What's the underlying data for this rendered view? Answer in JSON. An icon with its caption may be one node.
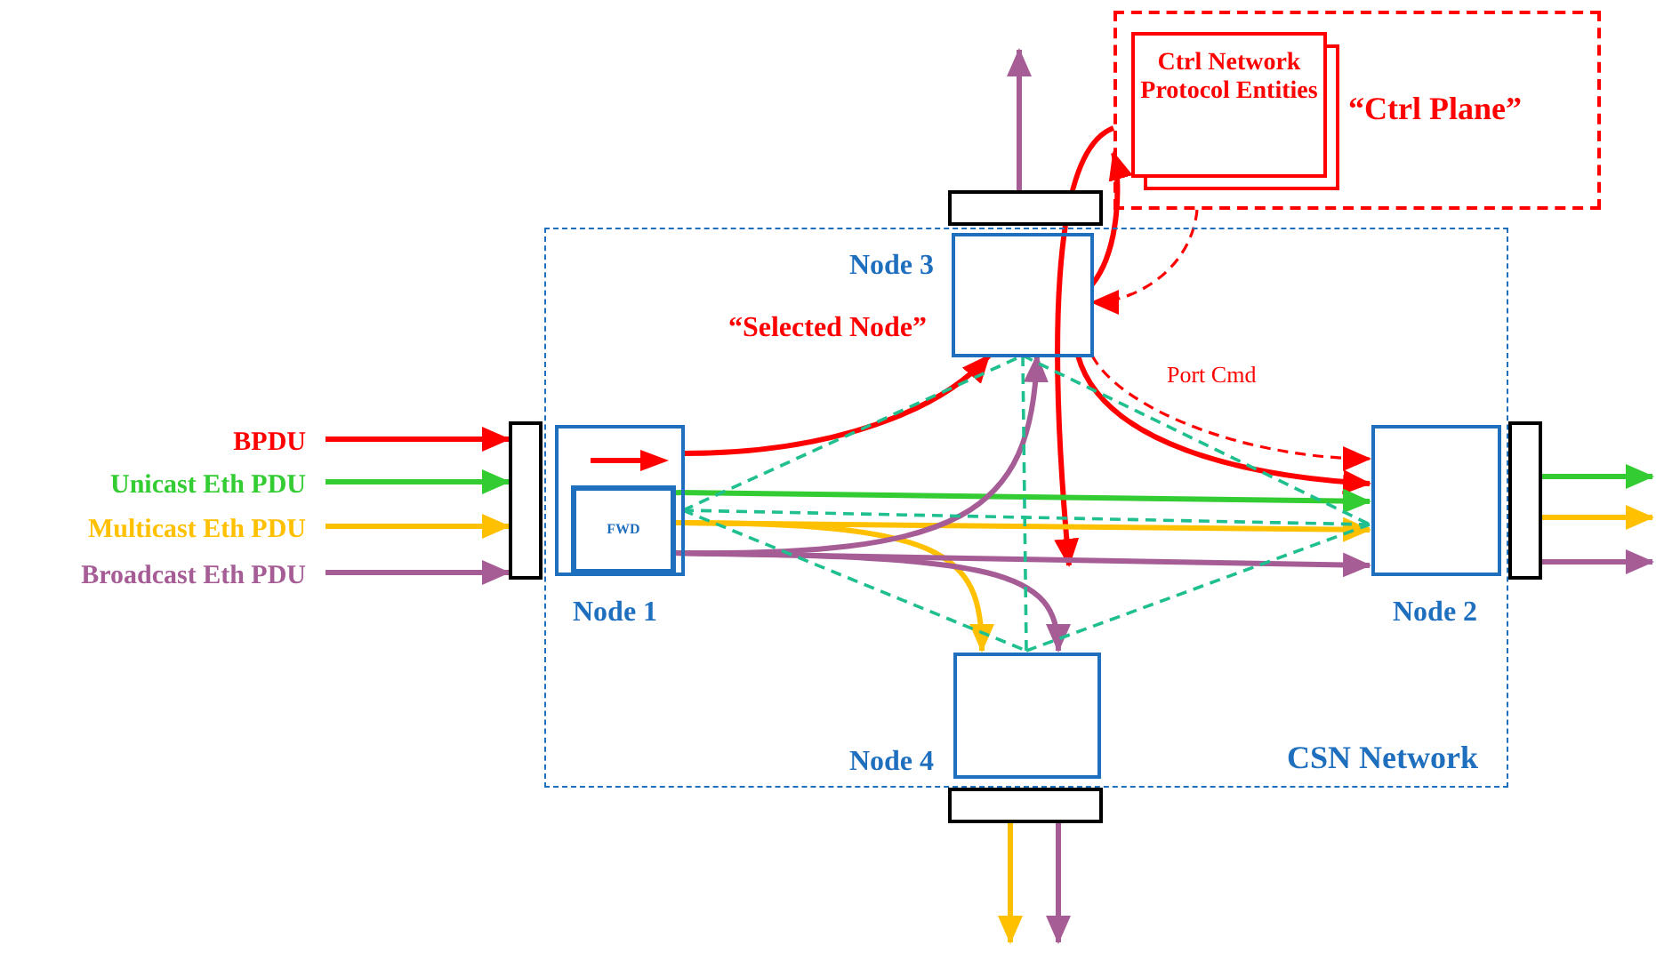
{
  "diagram": {
    "nodes": [
      {
        "text": [
          "CSN Network"
        ]
      },
      {
        "text": [
          "Node 1"
        ],
        "in": 0
      },
      {
        "text": [
          "FWD"
        ],
        "in": 1
      },
      {
        "text": [
          "Node 2"
        ],
        "in": 0
      },
      {
        "text": [
          "Node 3"
        ],
        "in": 0,
        "beside": [
          "“Selected Node”"
        ]
      },
      {
        "text": [
          "Node 4"
        ],
        "in": 0
      },
      {
        "text": [
          "“Ctrl Plane”"
        ]
      },
      {
        "text": [
          "Ctrl Network Protocol Entities"
        ],
        "in": 6
      },
      {
        "text": [],
        "shape": "bar"
      },
      {
        "text": [],
        "shape": "bar"
      },
      {
        "text": [],
        "shape": "bar"
      },
      {
        "text": [],
        "shape": "bar"
      },
      {
        "text": [
          "BPDU"
        ]
      },
      {
        "text": [
          "Unicast Eth PDU"
        ]
      },
      {
        "text": [
          "Multicast Eth PDU"
        ]
      },
      {
        "text": [
          "Broadcast Eth PDU"
        ]
      }
    ],
    "edges": [
      {
        "from": 12,
        "to": 8,
        "arrow": "to",
        "color": "#ff0000"
      },
      {
        "from": 13,
        "to": 8,
        "arrow": "to",
        "color": "#33cc33"
      },
      {
        "from": 14,
        "to": 8,
        "arrow": "to",
        "color": "#ffc000"
      },
      {
        "from": 15,
        "to": 8,
        "arrow": "to",
        "color": "#a65d96"
      },
      {
        "from": 1,
        "to": 4,
        "arrow": "to",
        "color": "#ff0000"
      },
      {
        "from": 4,
        "to": 6,
        "arrow": "to",
        "color": "#ff0000"
      },
      {
        "from": 6,
        "to": null,
        "arrow": "to",
        "color": "#ff0000"
      },
      {
        "from": 4,
        "to": 3,
        "arrow": "to",
        "color": "#ff0000"
      },
      {
        "from": 4,
        "to": 3,
        "arrow": "to",
        "label": "Port Cmd",
        "style": "dashed",
        "color": "#ff0000"
      },
      {
        "from": 6,
        "to": 4,
        "arrow": "to",
        "style": "dashed",
        "color": "#ff0000"
      },
      {
        "from": 2,
        "to": 3,
        "arrow": "to",
        "color": "#33cc33"
      },
      {
        "from": 2,
        "to": 3,
        "arrow": "to",
        "color": "#ffc000"
      },
      {
        "from": 2,
        "to": 5,
        "arrow": "to",
        "color": "#ffc000"
      },
      {
        "from": 2,
        "to": 3,
        "arrow": "to",
        "color": "#a65d96"
      },
      {
        "from": 2,
        "to": 4,
        "arrow": "to",
        "color": "#a65d96"
      },
      {
        "from": 2,
        "to": 5,
        "arrow": "to",
        "color": "#a65d96"
      },
      {
        "from": 1,
        "to": 4,
        "arrow": "none",
        "style": "dashed",
        "color": "#1fbf8f"
      },
      {
        "from": 1,
        "to": 3,
        "arrow": "none",
        "style": "dashed",
        "color": "#1fbf8f"
      },
      {
        "from": 1,
        "to": 5,
        "arrow": "none",
        "style": "dashed",
        "color": "#1fbf8f"
      },
      {
        "from": 4,
        "to": 3,
        "arrow": "none",
        "style": "dashed",
        "color": "#1fbf8f"
      },
      {
        "from": 4,
        "to": 5,
        "arrow": "none",
        "style": "dashed",
        "color": "#1fbf8f"
      },
      {
        "from": 5,
        "to": 3,
        "arrow": "none",
        "style": "dashed",
        "color": "#1fbf8f"
      },
      {
        "from": 10,
        "to": null,
        "arrow": "to",
        "color": "#a65d96"
      },
      {
        "from": 9,
        "to": null,
        "arrow": "to",
        "color": "#33cc33"
      },
      {
        "from": 9,
        "to": null,
        "arrow": "to",
        "color": "#ffc000"
      },
      {
        "from": 9,
        "to": null,
        "arrow": "to",
        "color": "#a65d96"
      },
      {
        "from": 11,
        "to": null,
        "arrow": "to",
        "color": "#ffc000"
      },
      {
        "from": 11,
        "to": null,
        "arrow": "to",
        "color": "#a65d96"
      }
    ]
  }
}
